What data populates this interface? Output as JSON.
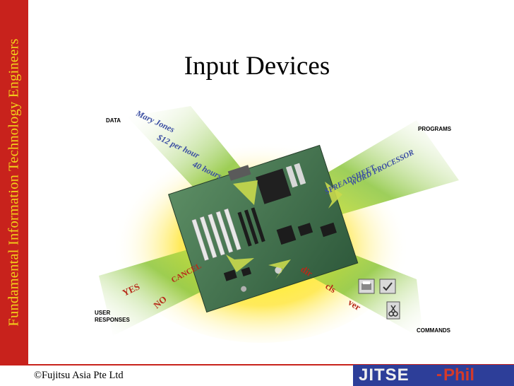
{
  "slide": {
    "sidebar_text": "Fundamental Information Technology Engineers",
    "title": "Input Devices",
    "footer": {
      "copyright": "©Fujitsu Asia Pte Ltd",
      "logo_left": "JITSE",
      "logo_dash": "-",
      "logo_right": "Phil"
    }
  },
  "diagram": {
    "category_labels": {
      "data": "DATA",
      "programs": "PROGRAMS",
      "user_responses_line1": "USER",
      "user_responses_line2": "RESPONSES",
      "commands": "COMMANDS"
    },
    "data_items": [
      "Mary Jones",
      "$12 per hour",
      "40 hours"
    ],
    "program_items": [
      "SPREADSHEET",
      "WORD PROCESSOR"
    ],
    "response_items": [
      "YES",
      "NO",
      "CANCEL"
    ],
    "command_items": [
      "dir",
      "cls",
      "ver"
    ],
    "colors": {
      "beam_green": "#8cc63e",
      "glow_yellow": "#ffe600",
      "board_green": "#3d6f46",
      "red_text": "#b72a1a",
      "blue_text": "#3b4ea2",
      "sidebar_red": "#c8221c",
      "sidebar_text": "#f3d21b",
      "logo_blue": "#2d3e99"
    }
  }
}
